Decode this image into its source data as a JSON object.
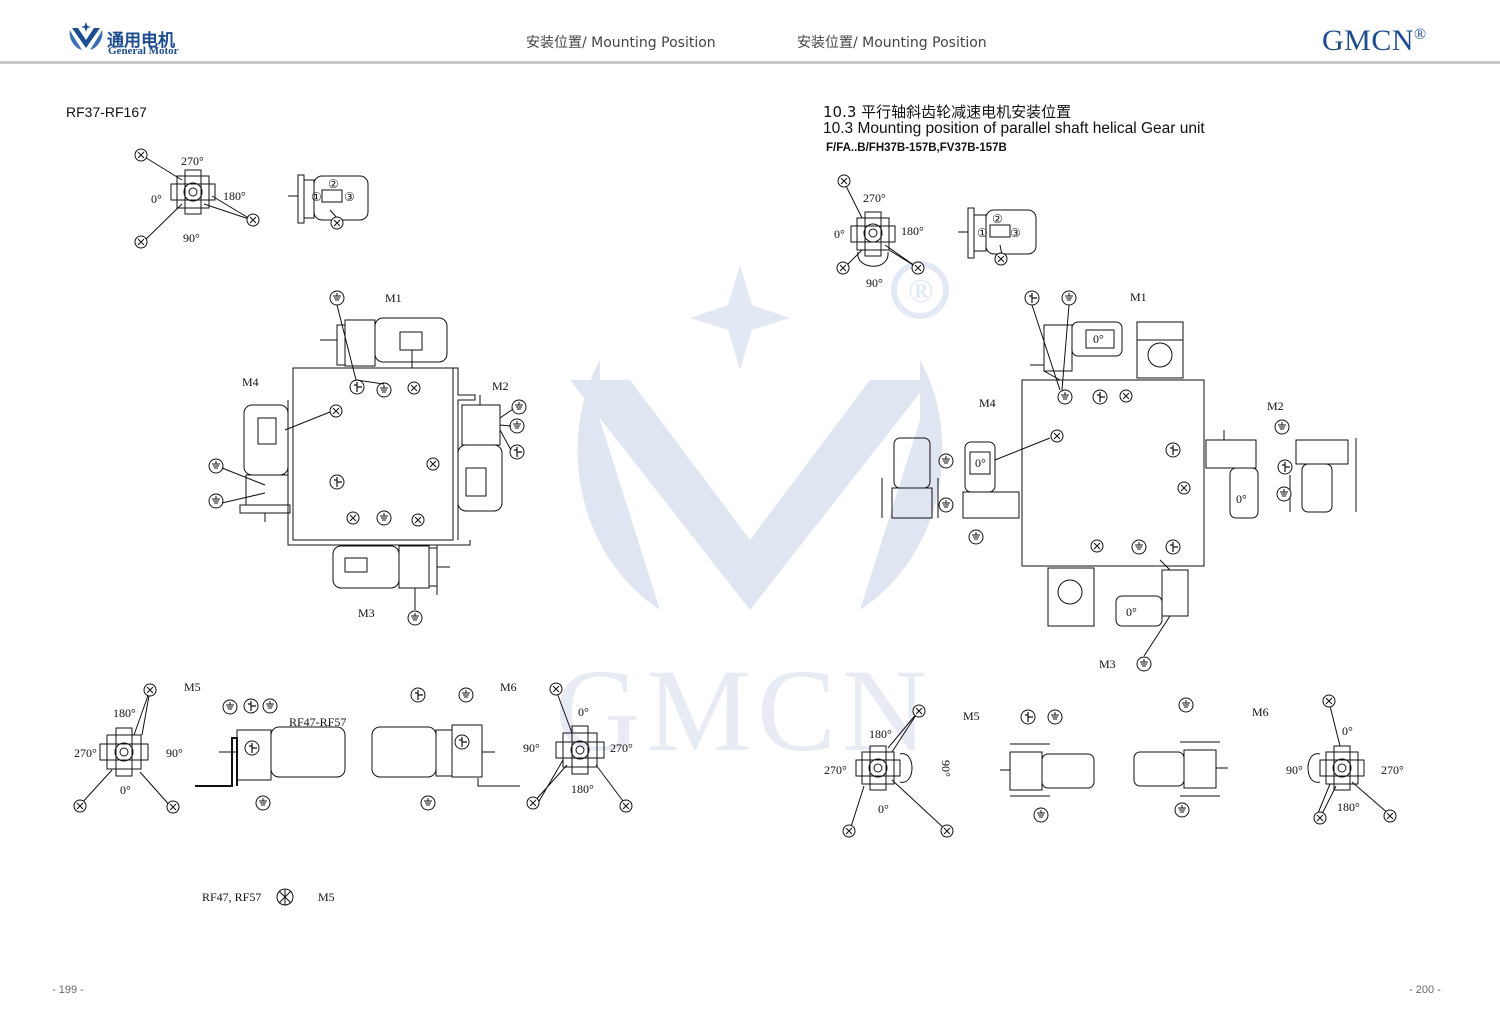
{
  "header": {
    "logo_cn": "通用电机",
    "logo_en": "General Motor",
    "title_left": "安装位置/ Mounting Position",
    "title_right": "安装位置/ Mounting Position",
    "brand": "GMCN",
    "brand_mark": "®"
  },
  "left_page": {
    "series_label": "RF37-RF167",
    "angles": {
      "a270": "270°",
      "a0": "0°",
      "a180": "180°",
      "a90": "90°"
    },
    "positions": {
      "m1": "M1",
      "m2": "M2",
      "m3": "M3",
      "m4": "M4",
      "m5": "M5",
      "m6": "M6"
    },
    "rf_label": "RF47-RF57",
    "note_models": "RF47, RF57",
    "note_pos": "M5",
    "page_number": "- 199 -"
  },
  "right_page": {
    "title_cn": "10.3  平行轴斜齿轮减速电机安装位置",
    "title_en": "10.3  Mounting position of parallel shaft helical Gear unit",
    "subtitle": "F/FA..B/FH37B-157B,FV37B-157B",
    "angles": {
      "a270": "270°",
      "a0": "0°",
      "a180": "180°",
      "a90": "90°"
    },
    "positions": {
      "m1": "M1",
      "m2": "M2",
      "m3": "M3",
      "m4": "M4",
      "m5": "M5",
      "m6": "M6"
    },
    "page_number": "- 200 -"
  },
  "watermark": {
    "text": "GMCN",
    "mark": "®"
  },
  "colors": {
    "brand_blue": "#1d4c8f",
    "watermark": "#dfe6f2",
    "rule": "#c8c8c8"
  }
}
